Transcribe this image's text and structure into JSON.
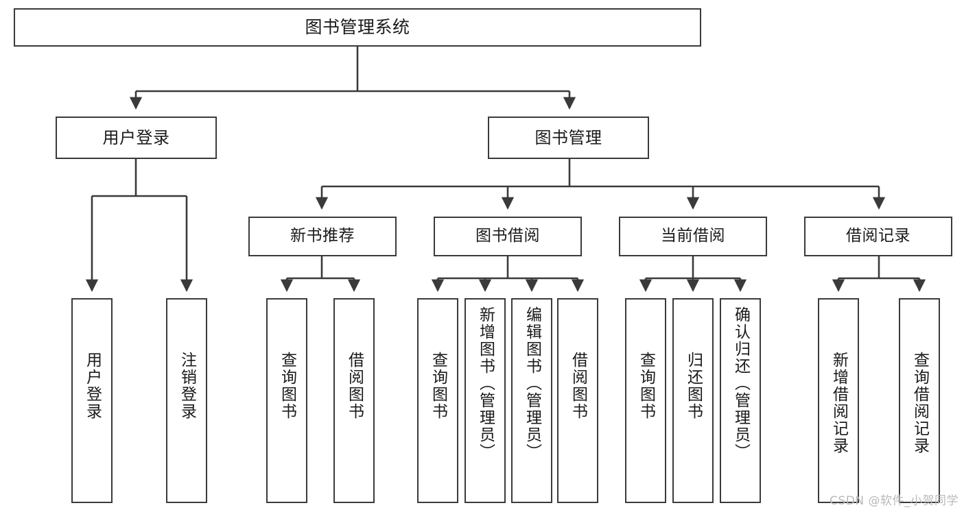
{
  "diagram": {
    "title": "图书管理系统",
    "watermark": "CSDN @软件_小贺同学",
    "colors": {
      "stroke": "#3a3a3a",
      "fill": "#ffffff",
      "text": "#1a1a1a",
      "watermark": "#b9b9b9"
    },
    "root": {
      "label": "图书管理系统"
    },
    "level2": [
      {
        "label": "用户登录"
      },
      {
        "label": "图书管理"
      }
    ],
    "level3": [
      {
        "label": "新书推荐"
      },
      {
        "label": "图书借阅"
      },
      {
        "label": "当前借阅"
      },
      {
        "label": "借阅记录"
      }
    ],
    "leaves": [
      {
        "label": "用户登录",
        "parent": "用户登录"
      },
      {
        "label": "注销登录",
        "parent": "用户登录"
      },
      {
        "label": "查询图书",
        "parent": "新书推荐"
      },
      {
        "label": "借阅图书",
        "parent": "新书推荐"
      },
      {
        "label": "查询图书",
        "parent": "图书借阅"
      },
      {
        "label": "新增图书（管理员）",
        "parent": "图书借阅"
      },
      {
        "label": "编辑图书（管理员）",
        "parent": "图书借阅"
      },
      {
        "label": "借阅图书",
        "parent": "图书借阅"
      },
      {
        "label": "查询图书",
        "parent": "当前借阅"
      },
      {
        "label": "归还图书",
        "parent": "当前借阅"
      },
      {
        "label": "确认归还（管理员）",
        "parent": "当前借阅"
      },
      {
        "label": "新增借阅记录",
        "parent": "借阅记录"
      },
      {
        "label": "查询借阅记录",
        "parent": "借阅记录"
      }
    ]
  }
}
